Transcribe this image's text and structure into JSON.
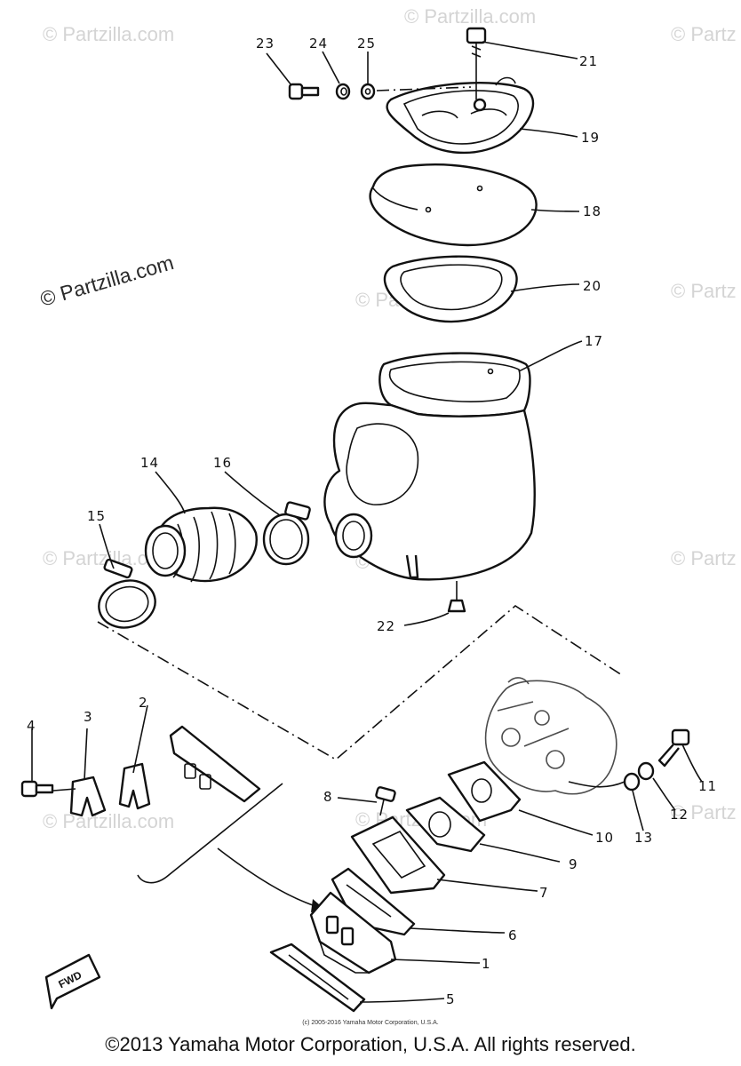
{
  "watermarks": {
    "main": "© Partzilla.com",
    "faint": "© Partzilla.com",
    "faint_short": "© Partz"
  },
  "callouts": {
    "p1": "1",
    "p2": "2",
    "p3": "3",
    "p4": "4",
    "p5": "5",
    "p6": "6",
    "p7": "7",
    "p8": "8",
    "p9": "9",
    "p10": "10",
    "p11": "11",
    "p12": "12",
    "p13": "13",
    "p14": "14",
    "p15": "15",
    "p16": "16",
    "p17": "17",
    "p18": "18",
    "p19": "19",
    "p20": "20",
    "p21": "21",
    "p22": "22",
    "p23": "23",
    "p24": "24",
    "p25": "25"
  },
  "fwd_label": "FWD",
  "credit_small": "(c) 2005-2016 Yamaha Motor Corporation, U.S.A.",
  "copyright": "©2013 Yamaha Motor Corporation, U.S.A. All rights reserved."
}
